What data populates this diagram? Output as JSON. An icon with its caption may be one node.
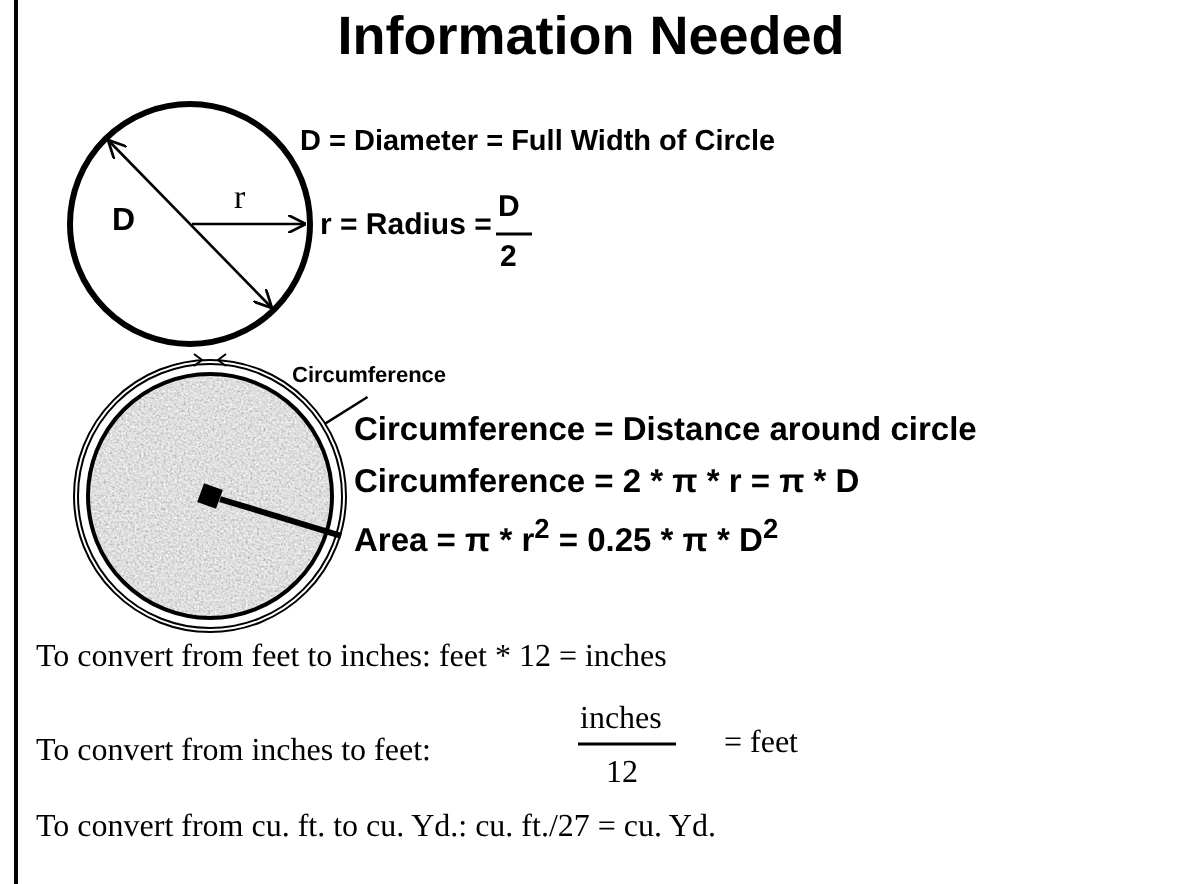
{
  "diagram": {
    "title": "Information Needed",
    "nodes": [
      {
        "text": [
          "Circumference"
        ]
      },
      {
        "text": [],
        "shape": "circle"
      },
      {
        "text": [
          "Area = π * r$^{2}$  = 0.25 * π * D$^{2}$"
        ]
      },
      {
        "text": [],
        "shape": "box",
        "in": 1
      }
    ],
    "edges": [
      {
        "from": 0,
        "to": 1,
        "arrow": "none"
      },
      {
        "from": 2,
        "to": 3,
        "arrow": "none",
        "style": "thick"
      }
    ],
    "labels": [
      "D = Diameter = Full Width of Circle",
      "D",
      "r",
      "r  = Radius =",
      "D",
      "2",
      "Circumference = Distance around circle",
      "Circumference = 2 * π * r  = π * D",
      "To convert from feet to inches:  feet * 12 = inches",
      "To convert from inches to feet:",
      "inches",
      "12",
      "= feet",
      "To convert from cu. ft. to cu. Yd.:    cu. ft./27 = cu. Yd."
    ]
  }
}
